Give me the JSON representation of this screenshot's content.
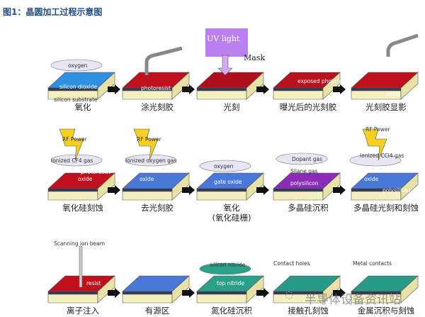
{
  "title": "图1：晶圆加工过程示意图",
  "steps": [
    {
      "label": "氧化",
      "top": "#2f8fe0",
      "tags": [
        "oxygen",
        "silicon dioxide",
        "silicon substrate"
      ]
    },
    {
      "label": "涂光刻胶",
      "top": "#c0101e",
      "tags": [
        "photoresist"
      ]
    },
    {
      "label": "光刻",
      "top": "#b0101e",
      "tags": [
        "UV light",
        "Mask"
      ]
    },
    {
      "label": "曝光后的光刻胶",
      "top": "#b8101c",
      "tags": [
        "exposed photoresist"
      ]
    },
    {
      "label": "光刻胶显影",
      "top": "#c0101e",
      "tags": [
        "oxide"
      ]
    },
    {
      "label": "氧化硅刻蚀",
      "top": "#c0101e",
      "tags": [
        "RF Power",
        "Ionized CF4 gas",
        "photoresist",
        "oxide"
      ]
    },
    {
      "label": "去光刻胶",
      "top": "#4a78d8",
      "tags": [
        "RF Power",
        "Ionized oxygen gas",
        "oxide"
      ]
    },
    {
      "label": "氧化",
      "label2": "(氧化硅栅)",
      "top": "#4a78d8",
      "tags": [
        "oxygen",
        "gate oxide"
      ]
    },
    {
      "label": "多晶硅沉积",
      "top": "#8a2cb8",
      "tags": [
        "Dopant gas",
        "Silane gas",
        "polysilicon"
      ]
    },
    {
      "label": "多晶硅光刻和刻蚀",
      "top": "#4a78d8",
      "tags": [
        "RF Power",
        "Ionized CCl4 gas",
        "oxide",
        "polysilicon"
      ]
    },
    {
      "label": "离子注入",
      "top": "#c0101e",
      "tags": [
        "Scanning ion beam",
        "resist"
      ]
    },
    {
      "label": "有源区",
      "top": "#4a78d8",
      "tags": []
    },
    {
      "label": "氮化硅沉积",
      "top": "#2aa08a",
      "tags": [
        "silicon nitride",
        "top nitride"
      ]
    },
    {
      "label": "接触孔刻蚀",
      "top": "#2a9a88",
      "tags": [
        "Contact holes"
      ]
    },
    {
      "label": "金属沉积与刻蚀",
      "top": "#2a9a88",
      "tags": [
        "Metal contacts"
      ]
    }
  ],
  "watermark": "半导体设备资讯站",
  "colors": {
    "substrate": "#f4f0c0",
    "side": "#e8e2a6",
    "edge": "#555555"
  }
}
